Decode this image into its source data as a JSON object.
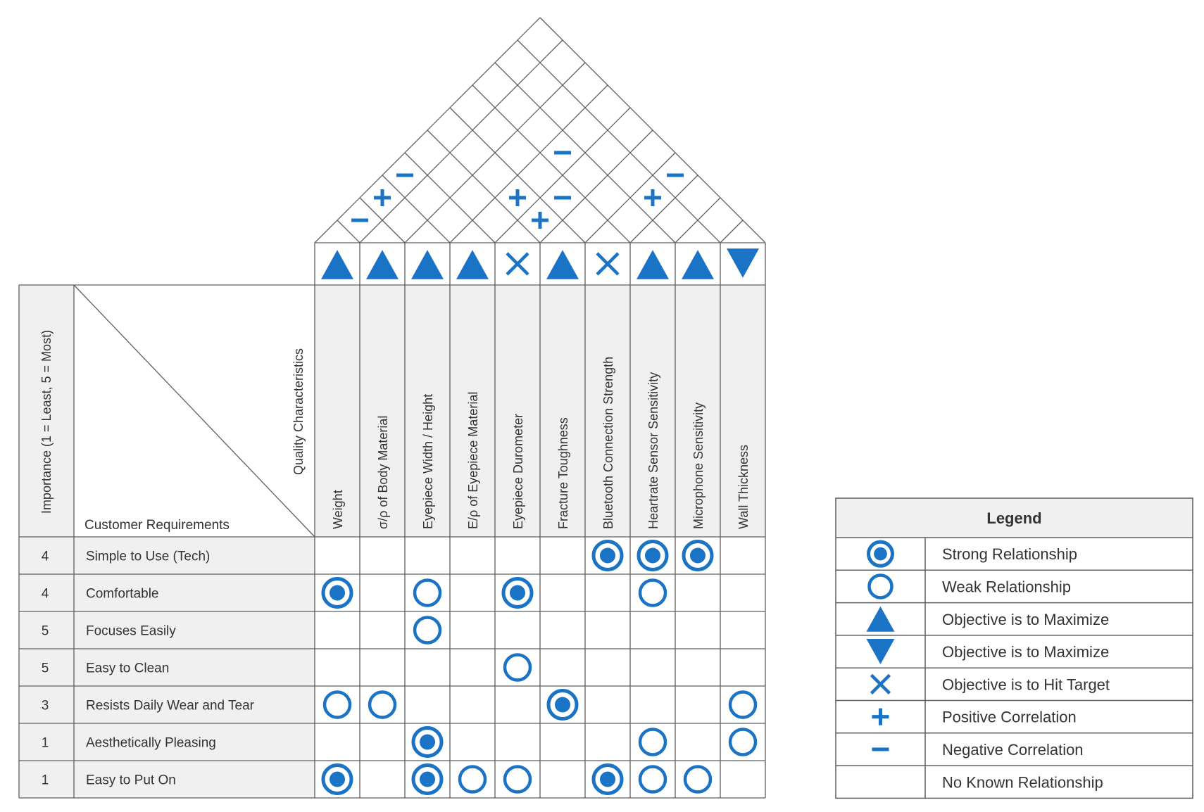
{
  "colors": {
    "accent": "#1a73c4",
    "line": "#5f5f5f",
    "shade": "#f0f0f0",
    "text": "#333333"
  },
  "matrix": {
    "importance_header": "Importance (1 = Least, 5 = Most)",
    "customer_header": "Customer Requirements",
    "quality_header": "Quality Characteristics",
    "characteristics": [
      "Weight",
      "σ/ρ of Body Material",
      "Eyepiece Width / Height",
      "E/ρ of Eyepiece Material",
      "Eyepiece Durometer",
      "Fracture Toughness",
      "Bluetooth Connection Strength",
      "Heartrate Sensor Sensitivity",
      "Microphone Sensitivity",
      "Wall Thickness"
    ],
    "objectives": [
      "max",
      "max",
      "max",
      "max",
      "target",
      "max",
      "target",
      "max",
      "max",
      "min"
    ],
    "requirements": [
      {
        "importance": "4",
        "name": "Simple to Use (Tech)",
        "relationships": [
          "",
          "",
          "",
          "",
          "",
          "",
          "strong",
          "strong",
          "strong",
          ""
        ]
      },
      {
        "importance": "4",
        "name": "Comfortable",
        "relationships": [
          "strong",
          "",
          "weak",
          "",
          "strong",
          "",
          "",
          "weak",
          "",
          ""
        ]
      },
      {
        "importance": "5",
        "name": "Focuses Easily",
        "relationships": [
          "",
          "",
          "weak",
          "",
          "",
          "",
          "",
          "",
          "",
          ""
        ]
      },
      {
        "importance": "5",
        "name": "Easy to Clean",
        "relationships": [
          "",
          "",
          "",
          "",
          "weak",
          "",
          "",
          "",
          "",
          ""
        ]
      },
      {
        "importance": "3",
        "name": "Resists Daily Wear and Tear",
        "relationships": [
          "weak",
          "weak",
          "",
          "",
          "",
          "strong",
          "",
          "",
          "",
          "weak"
        ]
      },
      {
        "importance": "1",
        "name": "Aesthetically Pleasing",
        "relationships": [
          "",
          "",
          "strong",
          "",
          "",
          "",
          "",
          "weak",
          "",
          "weak"
        ]
      },
      {
        "importance": "1",
        "name": "Easy to Put On",
        "relationships": [
          "strong",
          "",
          "strong",
          "weak",
          "weak",
          "",
          "strong",
          "weak",
          "weak",
          ""
        ]
      }
    ]
  },
  "roof": {
    "correlations": [
      {
        "pair": [
          4,
          5
        ],
        "sign": "+"
      },
      {
        "pair": [
          4,
          6
        ],
        "sign": "-"
      },
      {
        "pair": [
          6,
          9
        ],
        "sign": "-"
      },
      {
        "pair": [
          6,
          8
        ],
        "sign": "+"
      },
      {
        "pair": [
          0,
          1
        ],
        "sign": "-"
      },
      {
        "pair": [
          0,
          2
        ],
        "sign": "+"
      },
      {
        "pair": [
          0,
          3
        ],
        "sign": "-"
      },
      {
        "pair": [
          3,
          7
        ],
        "sign": "-"
      },
      {
        "pair": [
          3,
          5
        ],
        "sign": "+"
      }
    ]
  },
  "legend": {
    "title": "Legend",
    "items": [
      {
        "symbol": "strong",
        "label": "Strong Relationship"
      },
      {
        "symbol": "weak",
        "label": "Weak Relationship"
      },
      {
        "symbol": "max",
        "label": "Objective is to Maximize"
      },
      {
        "symbol": "min",
        "label": "Objective is to Maximize"
      },
      {
        "symbol": "target",
        "label": "Objective is to Hit Target"
      },
      {
        "symbol": "plus",
        "label": "Positive Correlation"
      },
      {
        "symbol": "minus",
        "label": "Negative Correlation"
      },
      {
        "symbol": "none",
        "label": "No Known Relationship"
      }
    ]
  }
}
